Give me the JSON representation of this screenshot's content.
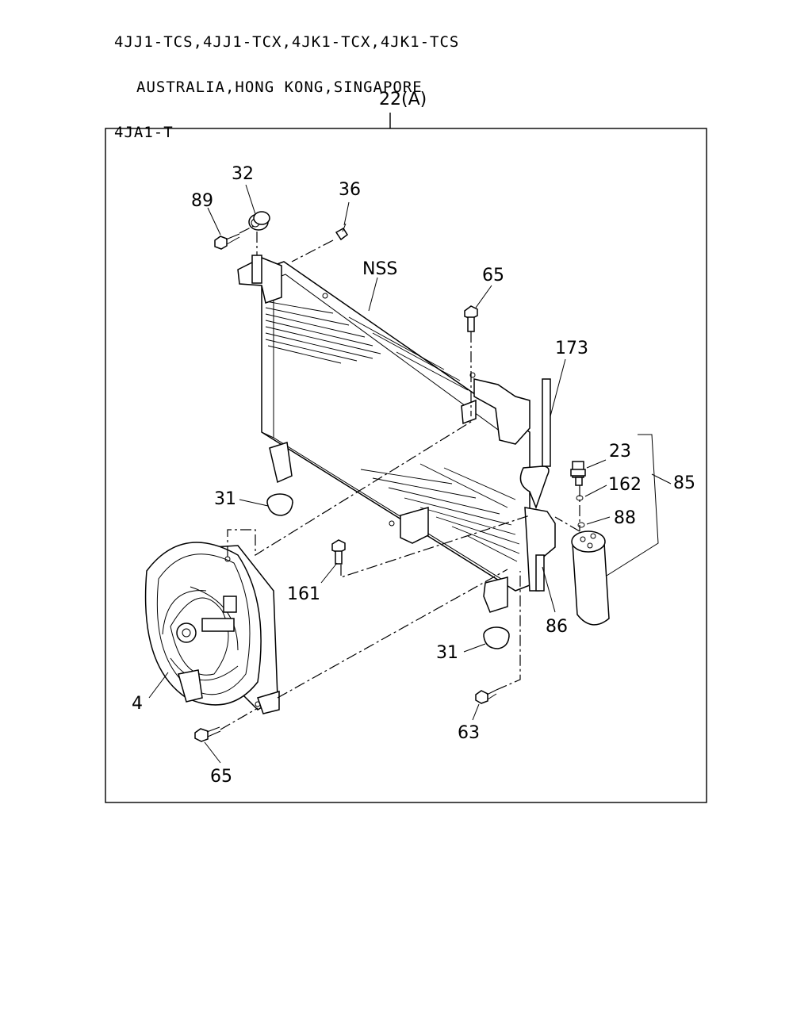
{
  "header": {
    "line1": "4JJ1-TCS,4JJ1-TCX,4JK1-TCX,4JK1-TCS",
    "line2": "AUSTRALIA,HONG KONG,SINGAPORE",
    "line3": "4JA1-T"
  },
  "diagram": {
    "assembly_label": "22(A)",
    "callouts": {
      "p89": "89",
      "p32": "32",
      "p36": "36",
      "nss": "NSS",
      "p65_top": "65",
      "p173": "173",
      "p23": "23",
      "p162": "162",
      "p85": "85",
      "p88": "88",
      "p31_left": "31",
      "p161": "161",
      "p86": "86",
      "p31_right": "31",
      "p4": "4",
      "p63": "63",
      "p65_bottom": "65"
    }
  }
}
